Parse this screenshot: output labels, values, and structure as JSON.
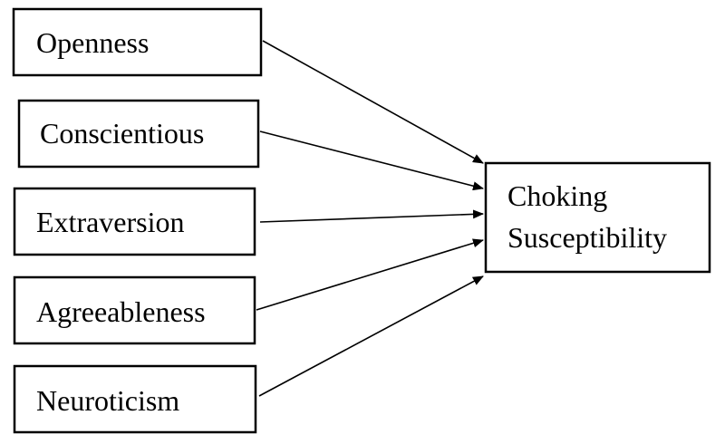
{
  "diagram": {
    "predictors": [
      {
        "label": "Openness"
      },
      {
        "label": "Conscientious"
      },
      {
        "label": "Extraversion"
      },
      {
        "label": "Agreeableness"
      },
      {
        "label": "Neuroticism"
      }
    ],
    "outcome": {
      "line1": "Choking",
      "line2": "Susceptibility"
    }
  }
}
